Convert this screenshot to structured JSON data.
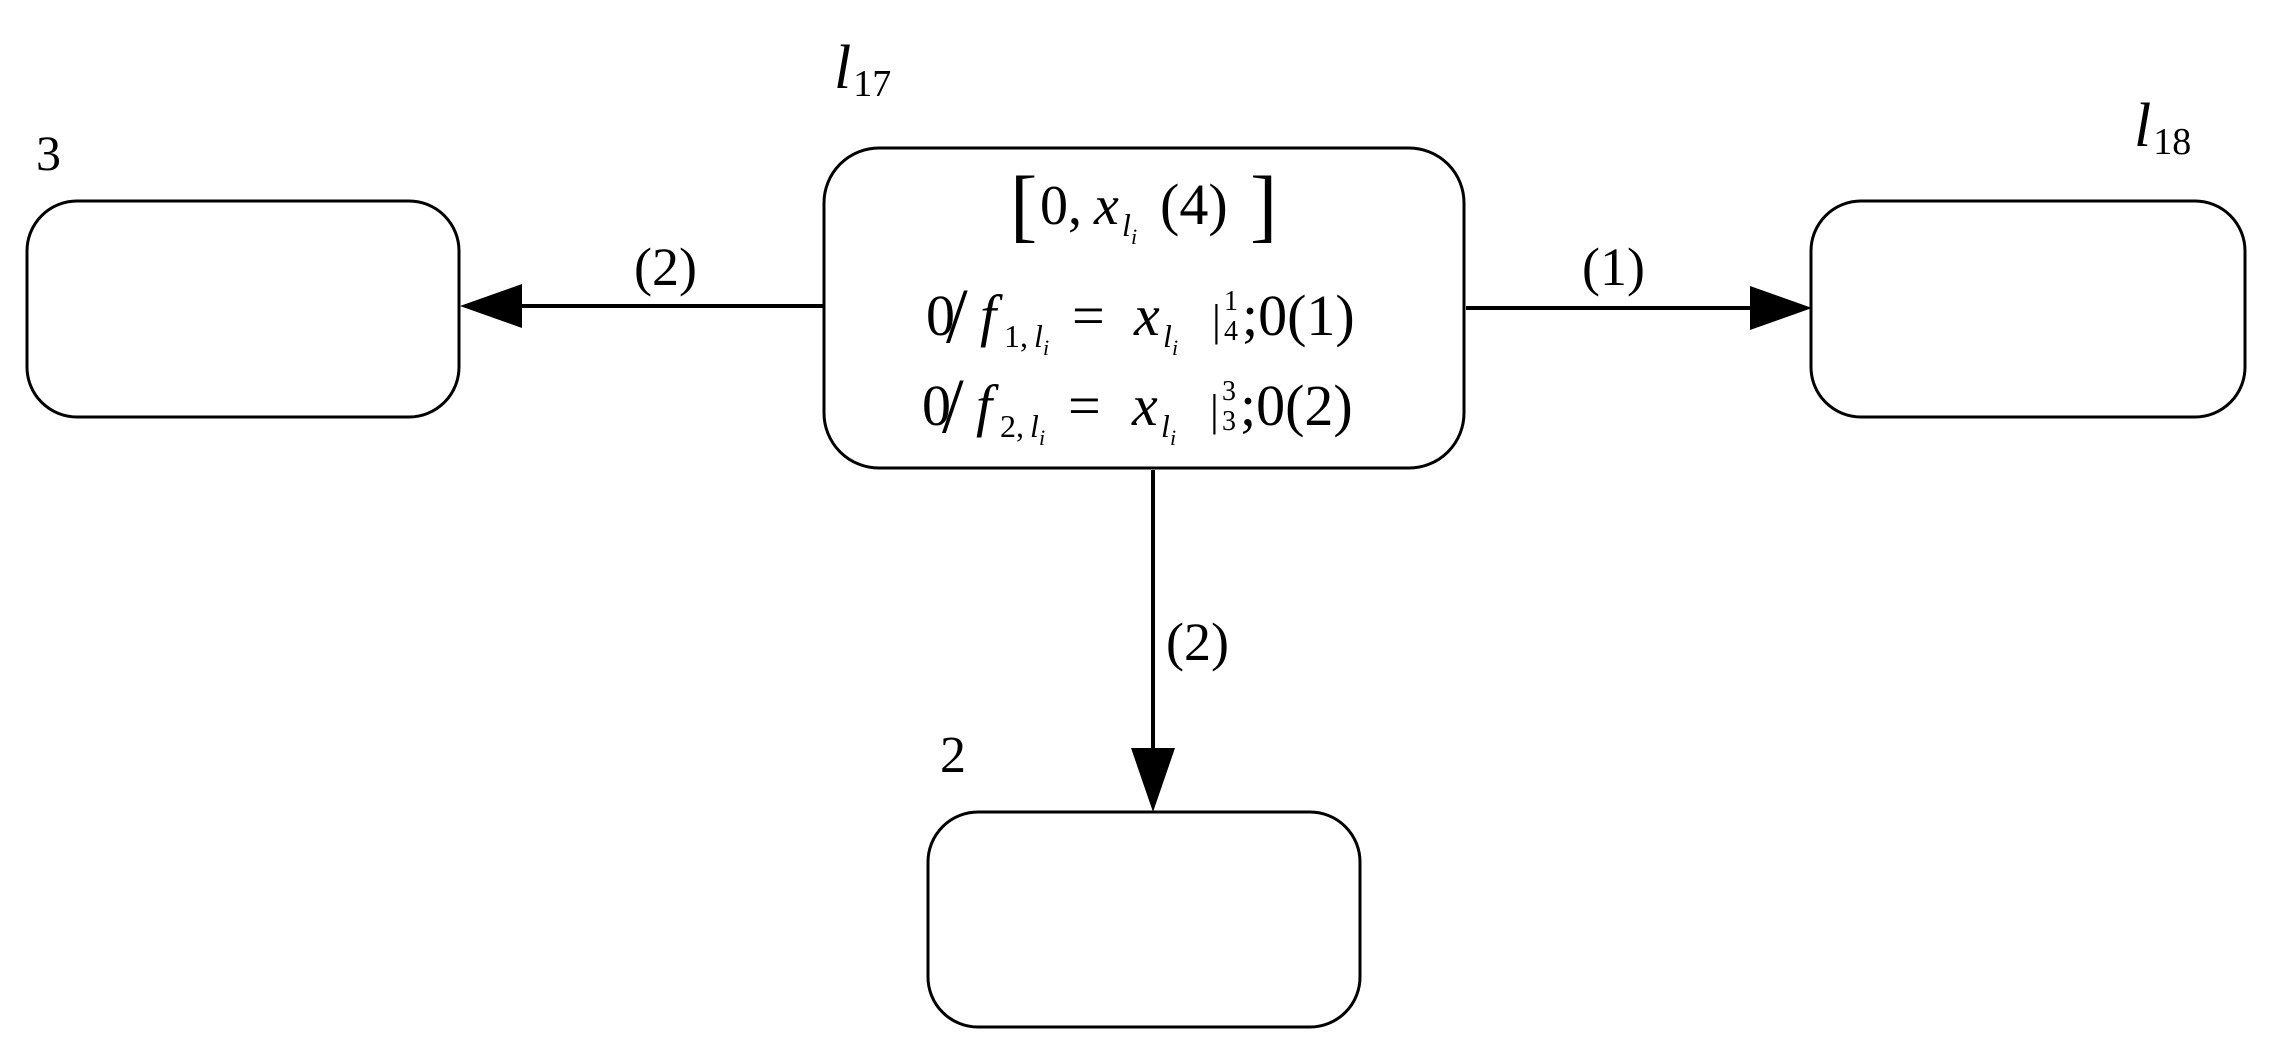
{
  "nodes": {
    "center": {
      "label_main": "l",
      "label_sub": "17",
      "interval": {
        "open_bracket": "[",
        "zero": "0,",
        "var": "x",
        "var_sub": "l",
        "var_subsub": "i",
        "paren_value": "(4)",
        "close_bracket": "]"
      },
      "line1": {
        "zero": "0",
        "slash": "/",
        "func": "f",
        "func_sub": "1,",
        "func_sub_l": "l",
        "func_sub_i": "i",
        "equals": "=",
        "var": "x",
        "var_sub": "l",
        "var_subsub": "i",
        "bar": "|",
        "sup": "1",
        "sub": "4",
        "tail": ";0(1)"
      },
      "line2": {
        "zero": "0",
        "slash": "/",
        "func": "f",
        "func_sub": "2,",
        "func_sub_l": "l",
        "func_sub_i": "i",
        "equals": "=",
        "var": "x",
        "var_sub": "l",
        "var_subsub": "i",
        "bar": "|",
        "sup": "3",
        "sub": "3",
        "tail": ";0(2)"
      }
    },
    "left": {
      "label": "3"
    },
    "right": {
      "label_main": "l",
      "label_sub": "18"
    },
    "bottom": {
      "label": "2"
    }
  },
  "edges": {
    "to_left": {
      "label": "(2)"
    },
    "to_right": {
      "label": "(1)"
    },
    "to_bottom": {
      "label": "(2)"
    }
  }
}
